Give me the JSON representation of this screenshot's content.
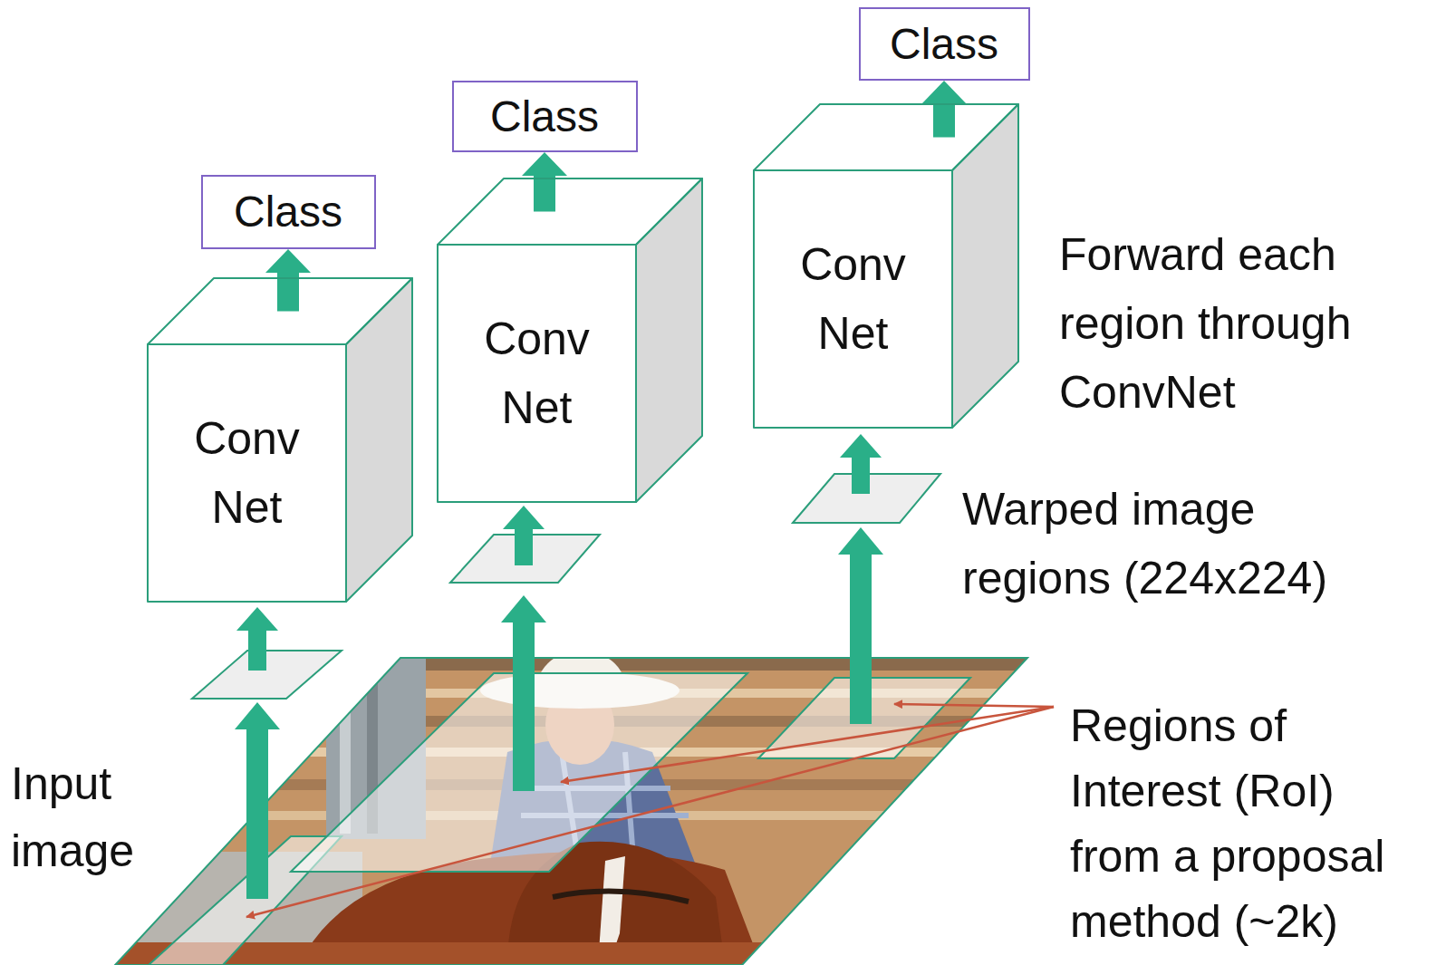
{
  "diagram": {
    "nodes": [
      {
        "text": [
          "Class"
        ]
      },
      {
        "text": [
          "Conv Net"
        ]
      },
      {
        "text": [
          "Class"
        ]
      },
      {
        "text": [
          "Conv Net"
        ]
      },
      {
        "text": [
          "Class"
        ]
      },
      {
        "text": [
          "Conv Net"
        ]
      }
    ],
    "edges": [
      {
        "from": 1,
        "to": 0,
        "arrow": "to"
      },
      {
        "from": 3,
        "to": 2,
        "arrow": "to"
      },
      {
        "from": 5,
        "to": 4,
        "arrow": "to"
      }
    ],
    "labels": [
      "Forward each region through ConvNet",
      "Warped image regions (224x224)",
      "Input image",
      "Regions of Interest (RoI) from a proposal method (~2k)"
    ]
  }
}
